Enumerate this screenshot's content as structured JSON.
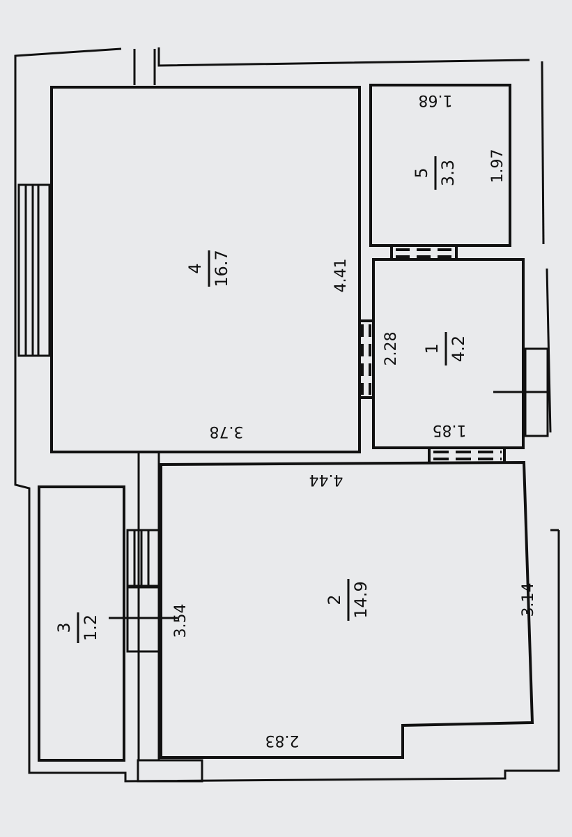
{
  "rooms": [
    {
      "number": "4",
      "area": "16.7"
    },
    {
      "number": "5",
      "area": "3.3"
    },
    {
      "number": "1",
      "area": "4.2"
    },
    {
      "number": "2",
      "area": "14.9"
    },
    {
      "number": "3",
      "area": "1.2"
    }
  ],
  "dimensions": {
    "room4_width": "3.78",
    "room4_height": "4.41",
    "room5_width": "1.68",
    "room5_height": "1.97",
    "room1_width": "1.85",
    "room1_height": "2.28",
    "room2_top": "4.44",
    "room2_bottom": "2.83",
    "room2_right": "3.14",
    "room2_left": "3.54"
  }
}
